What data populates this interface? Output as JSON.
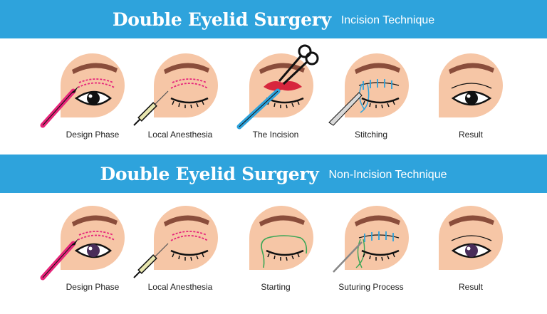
{
  "incision": {
    "title": "Double Eyelid Surgery",
    "subtitle": "Incision Technique",
    "steps": [
      "Design Phase",
      "Local Anesthesia",
      "The Incision",
      "Stitching",
      "Result"
    ]
  },
  "non_incision": {
    "title": "Double Eyelid Surgery",
    "subtitle": "Non-Incision Technique",
    "steps": [
      "Design Phase",
      "Local Anesthesia",
      "Starting",
      "Suturing Process",
      "Result"
    ]
  },
  "colors": {
    "banner": "#2ea3dc",
    "skin": "#f6c6a6",
    "brow": "#8a4d3b",
    "design_line": "#e6257a",
    "suture": "#2ea3dc",
    "green_thread": "#3aa655"
  },
  "icons": [
    "eye-icon",
    "pencil-icon",
    "syringe-icon",
    "scissors-icon",
    "scalpel-icon",
    "needle-icon"
  ]
}
